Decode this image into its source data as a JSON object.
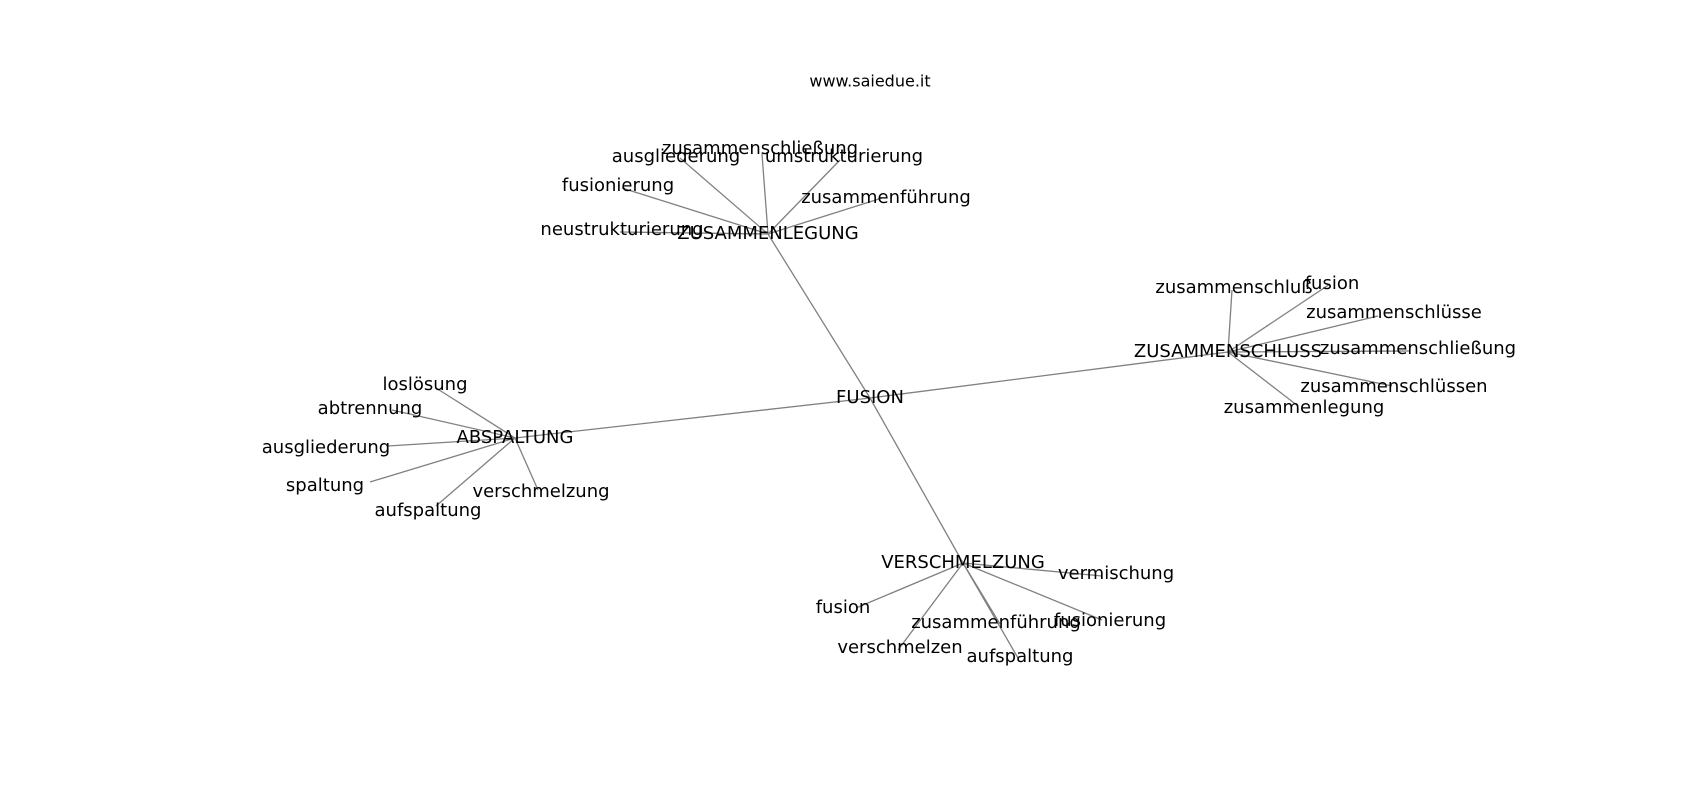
{
  "source": "www.saiedue.it",
  "root": "FUSION",
  "edge_color": "#808080",
  "groups": [
    {
      "hub": "ZUSAMMENLEGUNG",
      "children": [
        "zusammenschließung",
        "ausgliederung",
        "umstrukturierung",
        "fusionierung",
        "zusammenführung",
        "neustrukturierung"
      ]
    },
    {
      "hub": "ZUSAMMENSCHLUSS",
      "children": [
        "zusammenschluß",
        "fusion",
        "zusammenschlüsse",
        "zusammenschließung",
        "zusammenschlüssen",
        "zusammenlegung"
      ]
    },
    {
      "hub": "ABSPALTUNG",
      "children": [
        "loslösung",
        "abtrennung",
        "ausgliederung",
        "spaltung",
        "aufspaltung",
        "verschmelzung"
      ]
    },
    {
      "hub": "VERSCHMELZUNG",
      "children": [
        "vermischung",
        "fusion",
        "zusammenführung",
        "fusionierung",
        "verschmelzen",
        "aufspaltung"
      ]
    }
  ]
}
